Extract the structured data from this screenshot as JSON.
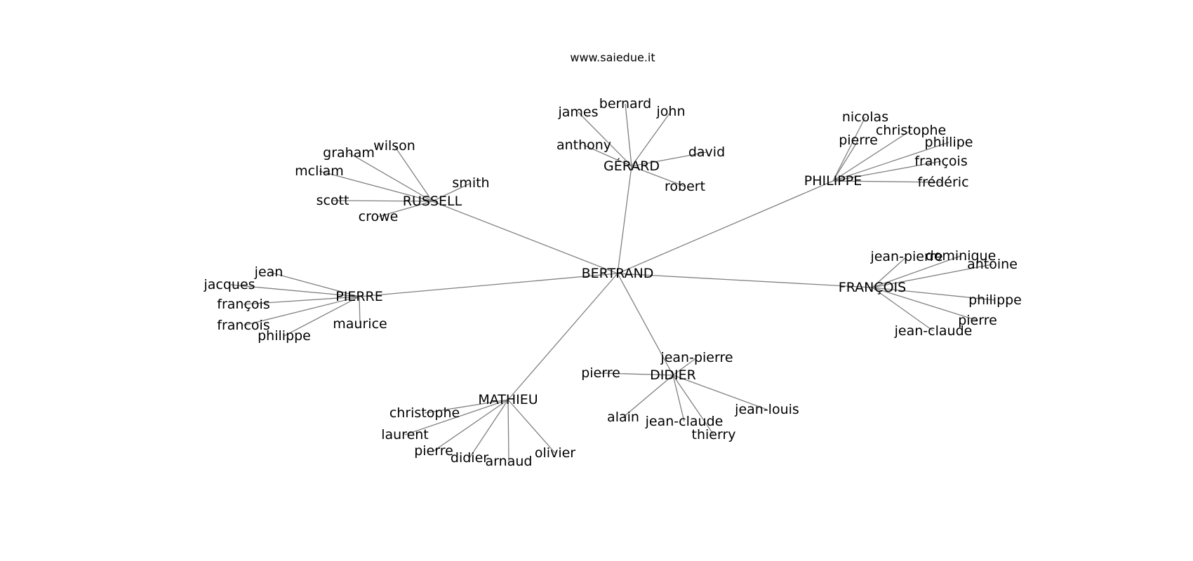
{
  "header": "www.saiedue.it",
  "graph": {
    "root": "BERTRAND",
    "hubs": [
      {
        "name": "GÉRARD",
        "leaves": [
          "james",
          "bernard",
          "john",
          "anthony",
          "david",
          "robert"
        ]
      },
      {
        "name": "PHILIPPE",
        "leaves": [
          "nicolas",
          "pierre",
          "christophe",
          "phillipe",
          "françois",
          "frédéric"
        ]
      },
      {
        "name": "RUSSELL",
        "leaves": [
          "wilson",
          "graham",
          "mcliam",
          "smith",
          "scott",
          "crowe"
        ]
      },
      {
        "name": "PIERRE",
        "leaves": [
          "jean",
          "jacques",
          "françois",
          "francois",
          "philippe",
          "maurice"
        ]
      },
      {
        "name": "FRANÇOIS",
        "leaves": [
          "jean-pierre",
          "dominique",
          "antoine",
          "philippe",
          "pierre",
          "jean-claude"
        ]
      },
      {
        "name": "DIDIER",
        "leaves": [
          "jean-pierre",
          "pierre",
          "alain",
          "jean-claude",
          "thierry",
          "jean-louis"
        ]
      },
      {
        "name": "MATHIEU",
        "leaves": [
          "christophe",
          "laurent",
          "pierre",
          "didier",
          "arnaud",
          "olivier"
        ]
      }
    ]
  }
}
